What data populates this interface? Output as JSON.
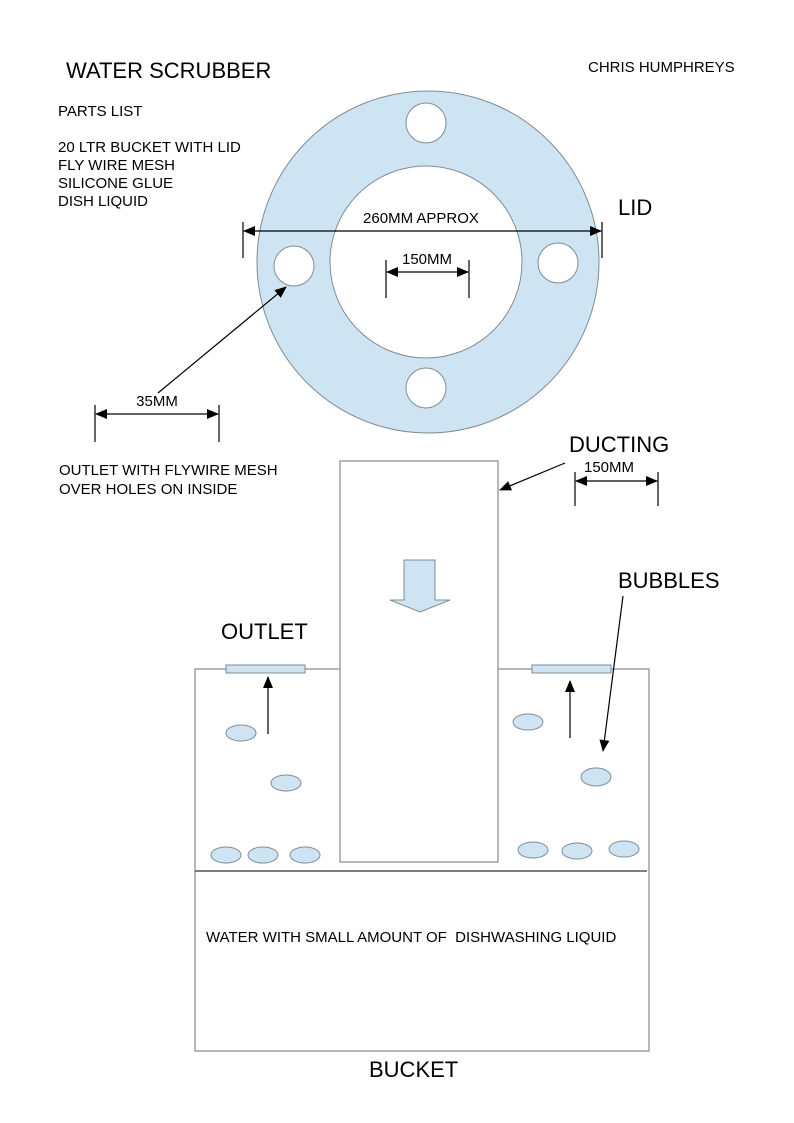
{
  "title": "WATER SCRUBBER",
  "author": "CHRIS HUMPHREYS",
  "parts_list": {
    "heading": "PARTS LIST",
    "items": [
      "20 LTR BUCKET WITH LID",
      "FLY WIRE MESH",
      "SILICONE GLUE",
      "DISH LIQUID"
    ]
  },
  "lid": {
    "label": "LID",
    "outer_dim": "260MM APPROX",
    "inner_dim": "150MM",
    "hole_dim": "35MM",
    "outlet_note": [
      "OUTLET WITH FLYWIRE MESH",
      "OVER HOLES ON INSIDE"
    ]
  },
  "ducting": {
    "label": "DUCTING",
    "dim": "150MM"
  },
  "bucket": {
    "outlet_label": "OUTLET",
    "bubbles_label": "BUBBLES",
    "water_label": "WATER WITH SMALL AMOUNT OF  DISHWASHING LIQUID",
    "label": "BUCKET"
  },
  "colors": {
    "fill": "#cfe4f3",
    "outline": "#7f8c96"
  }
}
